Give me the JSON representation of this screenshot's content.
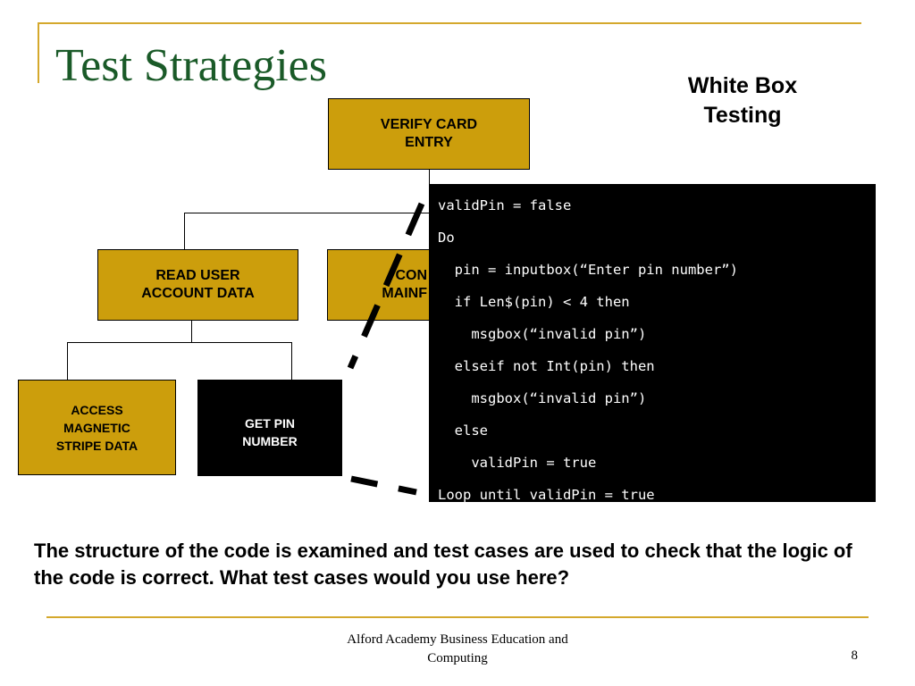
{
  "slide": {
    "title": "Test Strategies",
    "subtitle_line1": "White Box",
    "subtitle_line2": "Testing",
    "caption": "The structure of the code is examined and test cases are used to check that the logic of the code is correct.  What test cases would you use here?",
    "footer_line1": "Alford Academy Business Education and",
    "footer_line2": "Computing",
    "page_number": "8"
  },
  "chart": {
    "root": {
      "line1": "VERIFY CARD",
      "line2": "ENTRY"
    },
    "read_user": {
      "line1": "READ USER",
      "line2": "ACCOUNT DATA"
    },
    "confirm_partial": {
      "line1": "CON",
      "line2": "MAINF"
    },
    "access_magnetic": {
      "line1": "ACCESS",
      "line2": "MAGNETIC",
      "line3": "STRIPE DATA"
    },
    "get_pin": {
      "line1": "GET PIN",
      "line2": "NUMBER"
    }
  },
  "code": {
    "lines": [
      "validPin = false",
      "Do",
      "  pin = inputbox(“Enter pin number”)",
      "  if Len$(pin) < 4 then",
      "    msgbox(“invalid pin”)",
      "  elseif not Int(pin) then",
      "    msgbox(“invalid pin”)",
      "  else",
      "    validPin = true",
      "Loop until validPin = true"
    ]
  },
  "colors": {
    "accent_gold": "#d4a82c",
    "box_gold": "#cc9e0c",
    "title_green": "#1a5a28",
    "code_bg": "#000000"
  }
}
